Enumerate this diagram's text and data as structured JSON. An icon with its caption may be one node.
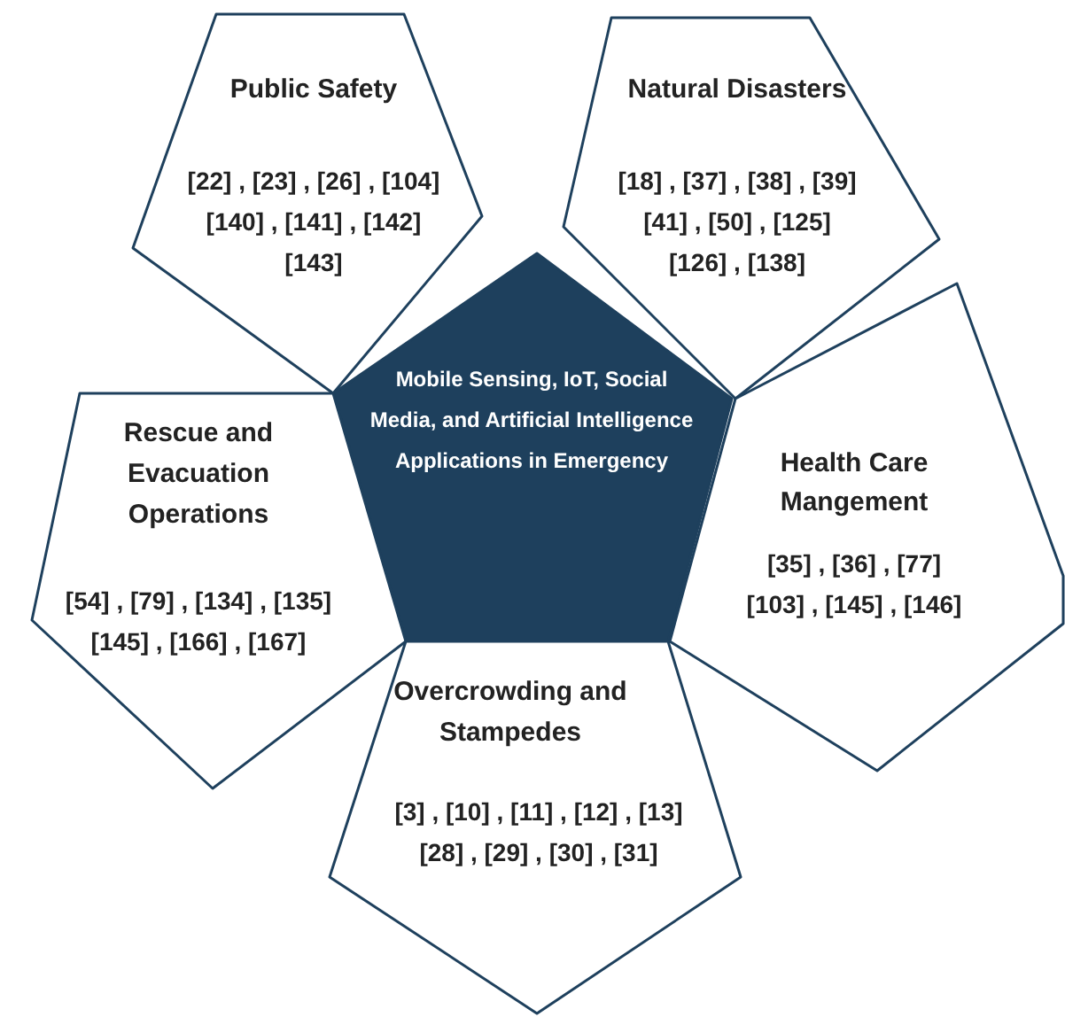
{
  "diagram": {
    "nodes": [
      {
        "text": [
          "Public Safety",
          "[22] , [23] , [26] , [104] [140] , [141] , [142] [143]"
        ]
      },
      {
        "text": [
          "Natural Disasters",
          "[18] , [37] , [38] , [39] [41] , [50] , [125] [126] , [138]"
        ]
      },
      {
        "text": [
          "Mobile Sensing, IoT, Social Media, and Artificial Intelligence Applications in Emergency"
        ]
      },
      {
        "text": [
          "Rescue and Evacuation Operations",
          "[54] , [79] , [134] , [135] [145] , [166] , [167]"
        ]
      },
      {
        "text": [
          "Health Care Mangement",
          "[35] , [36] , [77] [103] , [145] , [146]"
        ]
      },
      {
        "text": [
          "Overcrowding and Stampedes",
          "[3] , [10] , [11] , [12] , [13] [28] , [29] , [30] , [31]"
        ]
      }
    ]
  }
}
